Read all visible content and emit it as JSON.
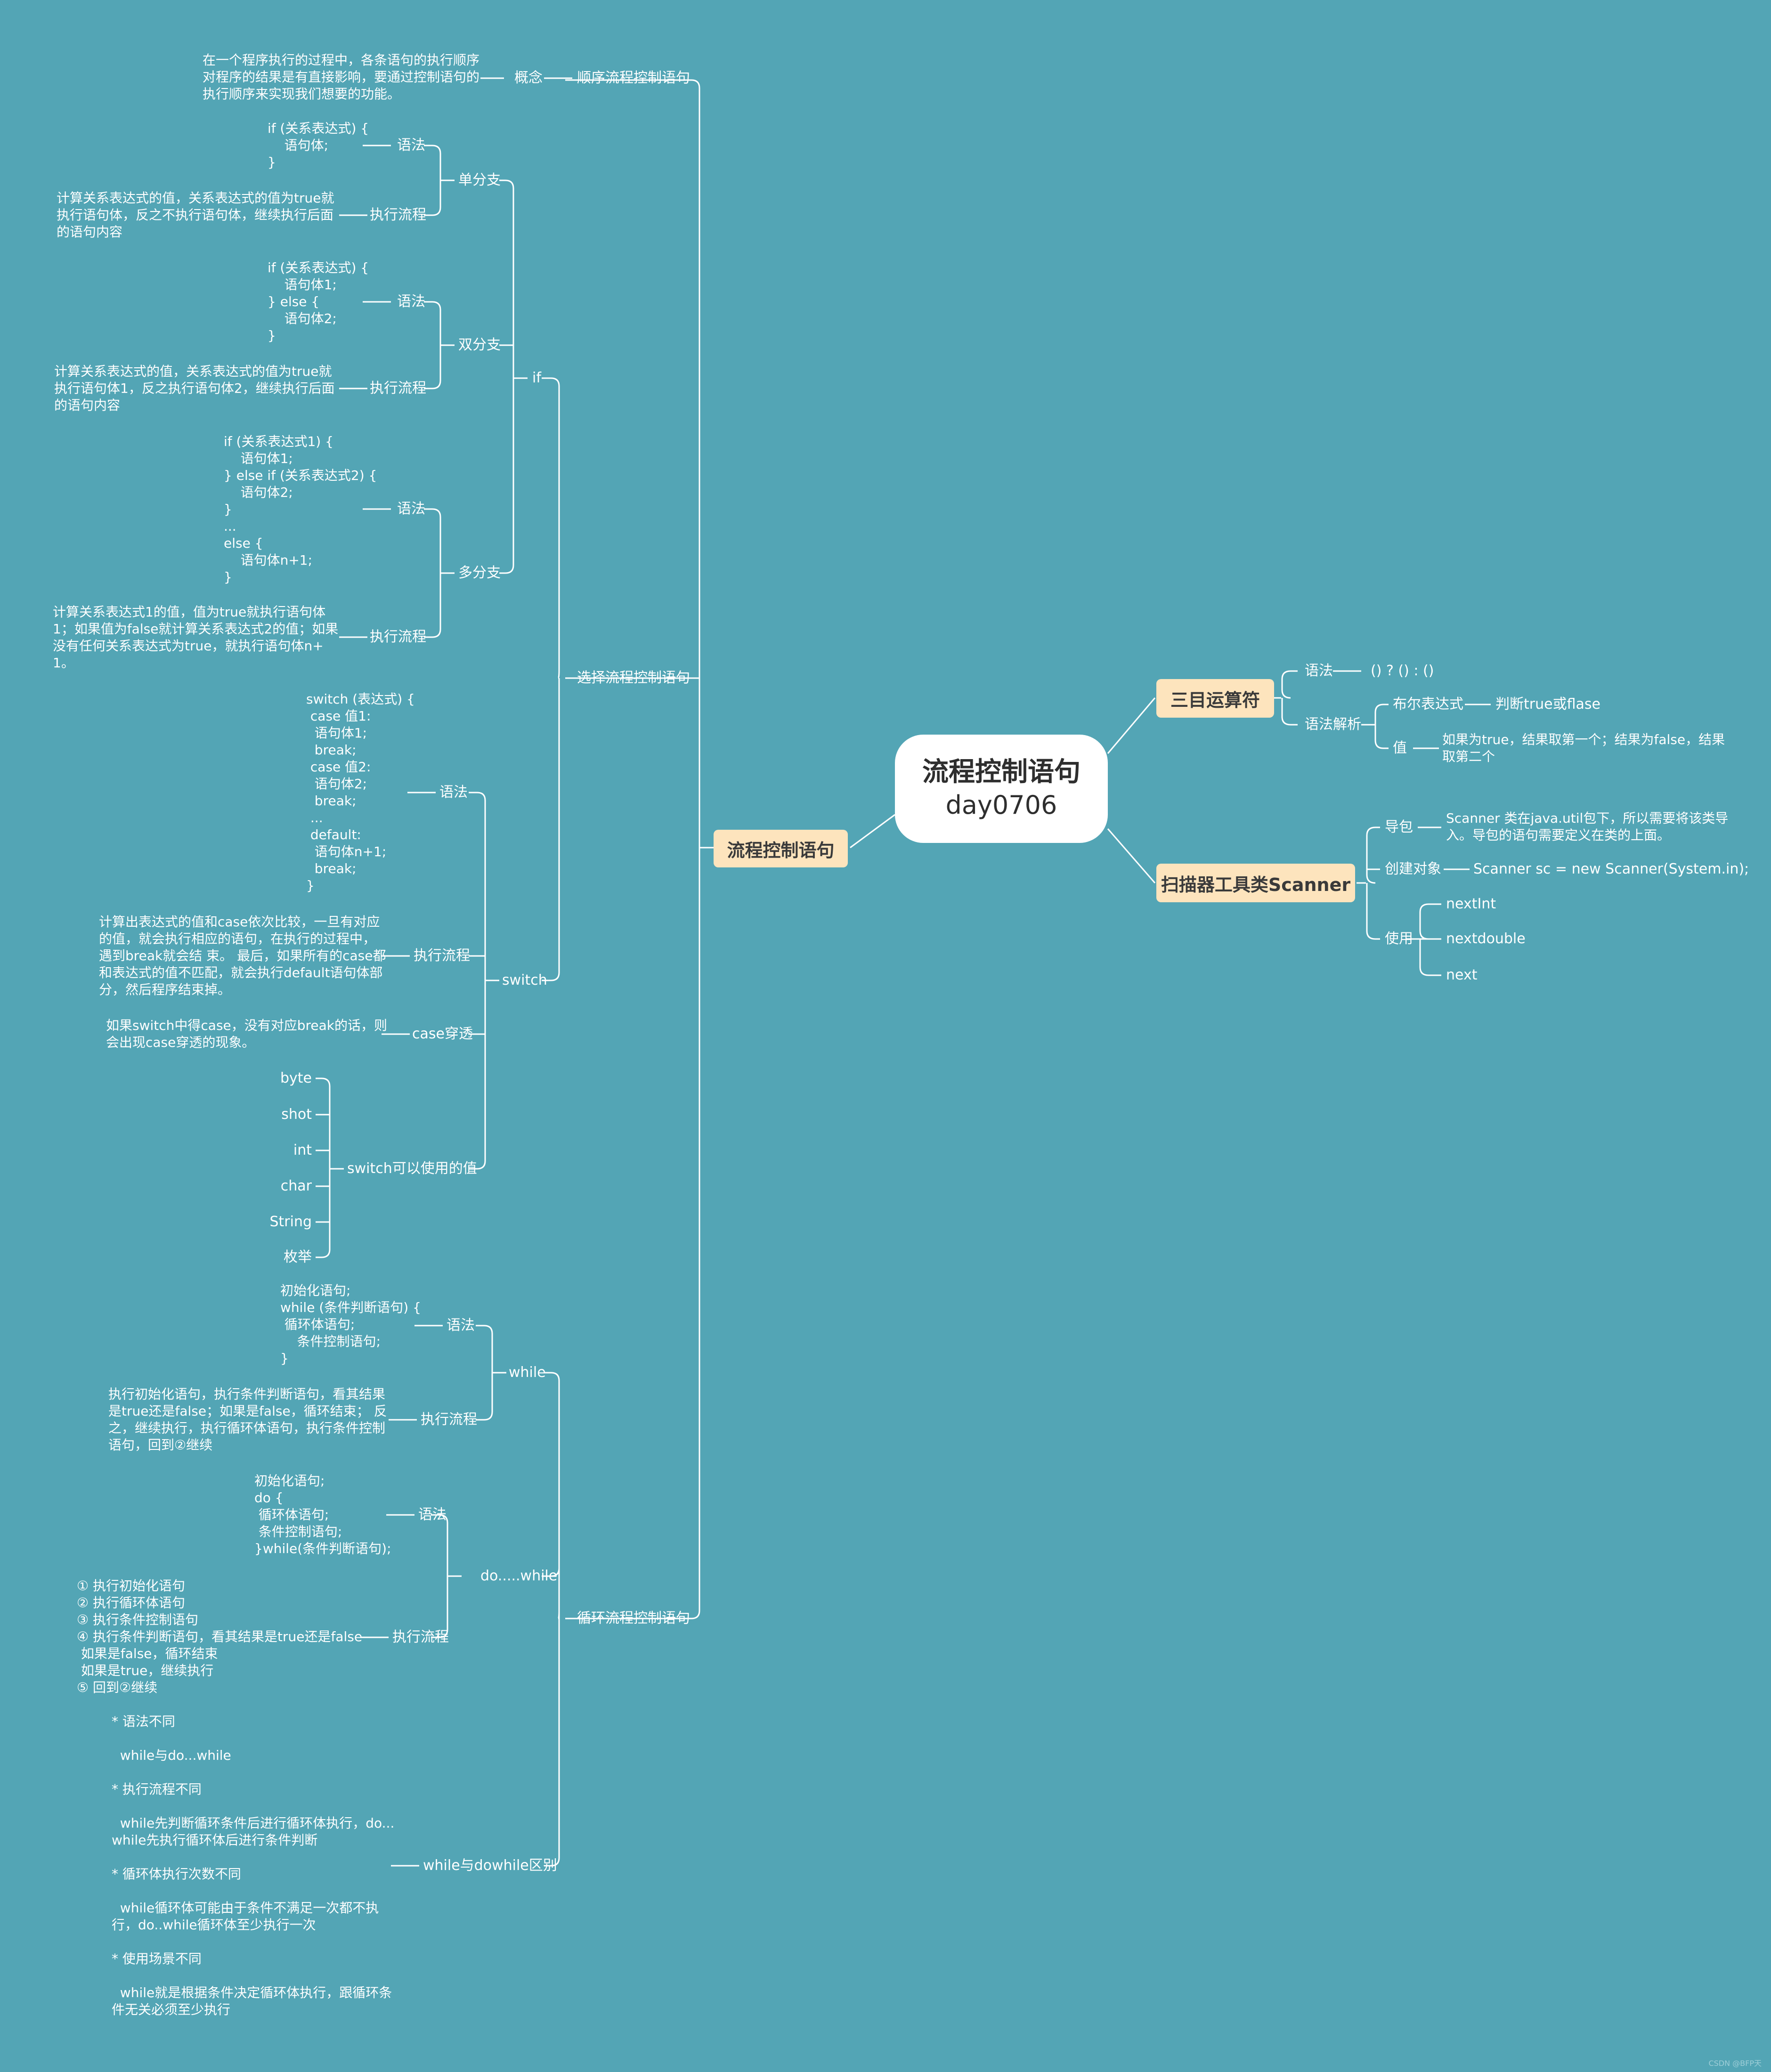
{
  "central": {
    "title": "流程控制语句",
    "subtitle": "day0706"
  },
  "main_branches": {
    "left": "流程控制语句",
    "ternary": "三目运算符",
    "scanner": "扫描器工具类Scanner"
  },
  "sequential": {
    "label": "顺序流程控制语句",
    "concept_label": "概念",
    "concept_text": "在一个程序执行的过程中，各条语句的执行顺序\n对程序的结果是有直接影响，要通过控制语句的\n执行顺序来实现我们想要的功能。"
  },
  "selection": {
    "label": "选择流程控制语句",
    "if": {
      "label": "if",
      "single": {
        "label": "单分支",
        "syntax_label": "语法",
        "syntax": "if (关系表达式) {\n    语句体;\n}",
        "flow_label": "执行流程",
        "flow": "计算关系表达式的值，关系表达式的值为true就\n执行语句体，反之不执行语句体，继续执行后面\n的语句内容"
      },
      "double": {
        "label": "双分支",
        "syntax_label": "语法",
        "syntax": "if (关系表达式) {\n    语句体1;\n} else {\n    语句体2;\n}",
        "flow_label": "执行流程",
        "flow": "计算关系表达式的值，关系表达式的值为true就\n执行语句体1，反之执行语句体2，继续执行后面\n的语句内容"
      },
      "multi": {
        "label": "多分支",
        "syntax_label": "语法",
        "syntax": "if (关系表达式1) {\n    语句体1;\n} else if (关系表达式2) {\n    语句体2;\n}\n...\nelse {\n    语句体n+1;\n}",
        "flow_label": "执行流程",
        "flow": "计算关系表达式1的值，值为true就执行语句体\n1；如果值为false就计算关系表达式2的值；如果\n没有任何关系表达式为true，就执行语句体n+\n1。"
      }
    },
    "switch": {
      "label": "switch",
      "syntax_label": "语法",
      "syntax": "switch (表达式) {\n case 值1:\n  语句体1;\n  break;\n case 值2:\n  语句体2;\n  break;\n ...\n default:\n  语句体n+1;\n  break;\n}",
      "flow_label": "执行流程",
      "flow": "计算出表达式的值和case依次比较，一旦有对应\n的值，就会执行相应的语句，在执行的过程中，\n遇到break就会结 束。 最后，如果所有的case都\n和表达式的值不匹配，就会执行default语句体部\n分，然后程序结束掉。",
      "fallthrough_label": "case穿透",
      "fallthrough": "如果switch中得case，没有对应break的话，则\n会出现case穿透的现象。",
      "values_label": "switch可以使用的值",
      "values": [
        "byte",
        "shot",
        "int",
        "char",
        "String",
        "枚举"
      ]
    }
  },
  "loop": {
    "label": "循环流程控制语句",
    "while": {
      "label": "while",
      "syntax_label": "语法",
      "syntax": "初始化语句;\nwhile (条件判断语句) {\n 循环体语句;\n    条件控制语句;\n}",
      "flow_label": "执行流程",
      "flow": "执行初始化语句，执行条件判断语句，看其结果\n是true还是false；如果是false，循环结束； 反\n之，继续执行，执行循环体语句，执行条件控制\n语句，回到②继续"
    },
    "dowhile": {
      "label": "do.....while",
      "syntax_label": "语法",
      "syntax": "初始化语句;\ndo {\n 循环体语句;\n 条件控制语句;\n}while(条件判断语句);",
      "flow_label": "执行流程",
      "flow": "① 执行初始化语句\n② 执行循环体语句\n③ 执行条件控制语句\n④ 执行条件判断语句，看其结果是true还是false\n 如果是false，循环结束\n 如果是true，继续执行\n⑤ 回到②继续"
    },
    "diff": {
      "label": "while与dowhile区别",
      "text": "* 语法不同\n\n  while与do...while\n\n* 执行流程不同\n\n  while先判断循环条件后进行循环体执行，do...\nwhile先执行循环体后进行条件判断\n\n* 循环体执行次数不同\n\n  while循环体可能由于条件不满足一次都不执\n行，do..while循环体至少执行一次\n\n* 使用场景不同\n\n  while就是根据条件决定循环体执行，跟循环条\n件无关必须至少执行"
    }
  },
  "ternary": {
    "syntax_label": "语法",
    "syntax": "() ?  () :  ()",
    "parse_label": "语法解析",
    "bool_label": "布尔表达式",
    "bool_text": "判断true或flase",
    "value_label": "值",
    "value_text": "如果为true，结果取第一个；结果为false，结果\n取第二个"
  },
  "scanner": {
    "import_label": "导包",
    "import_text": "Scanner 类在java.util包下，所以需要将该类导\n入。导包的语句需要定义在类的上面。",
    "create_label": "创建对象",
    "create_text": "Scanner sc = new Scanner(System.in);",
    "use_label": "使用",
    "use_items": [
      "nextInt",
      "nextdouble",
      "next"
    ]
  },
  "watermark": "CSDN @BFP天"
}
